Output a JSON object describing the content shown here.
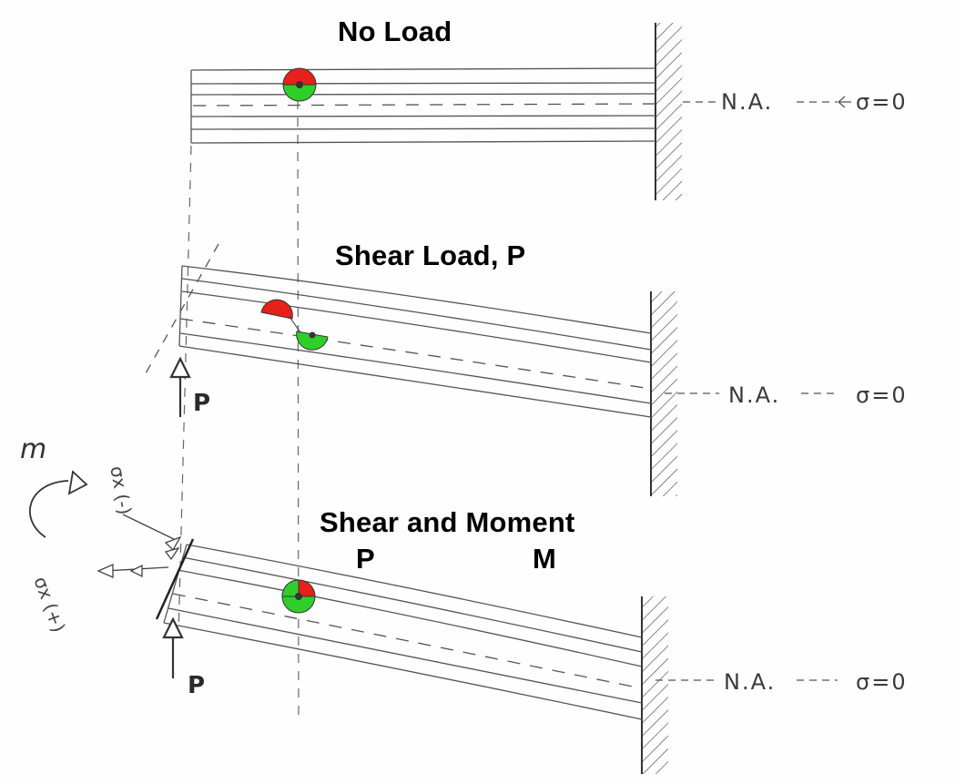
{
  "panels": [
    {
      "title": "No Load",
      "na_label": "N.A.",
      "stress_label": "σ=0"
    },
    {
      "title": "Shear Load, P",
      "na_label": "N.A.",
      "stress_label": "σ=0",
      "load_label": "P"
    },
    {
      "title": "Shear and Moment",
      "subtitle_p": "P",
      "subtitle_m": "M",
      "na_label": "N.A.",
      "stress_label": "σ=0",
      "load_label": "P",
      "moment_label": "m",
      "stress_top_label": "σx (-)",
      "stress_bottom_label": "σx (+)"
    }
  ],
  "colors": {
    "ink": "#4a4a4a",
    "element_red": "#e8201c",
    "element_green": "#2fcf2a"
  }
}
